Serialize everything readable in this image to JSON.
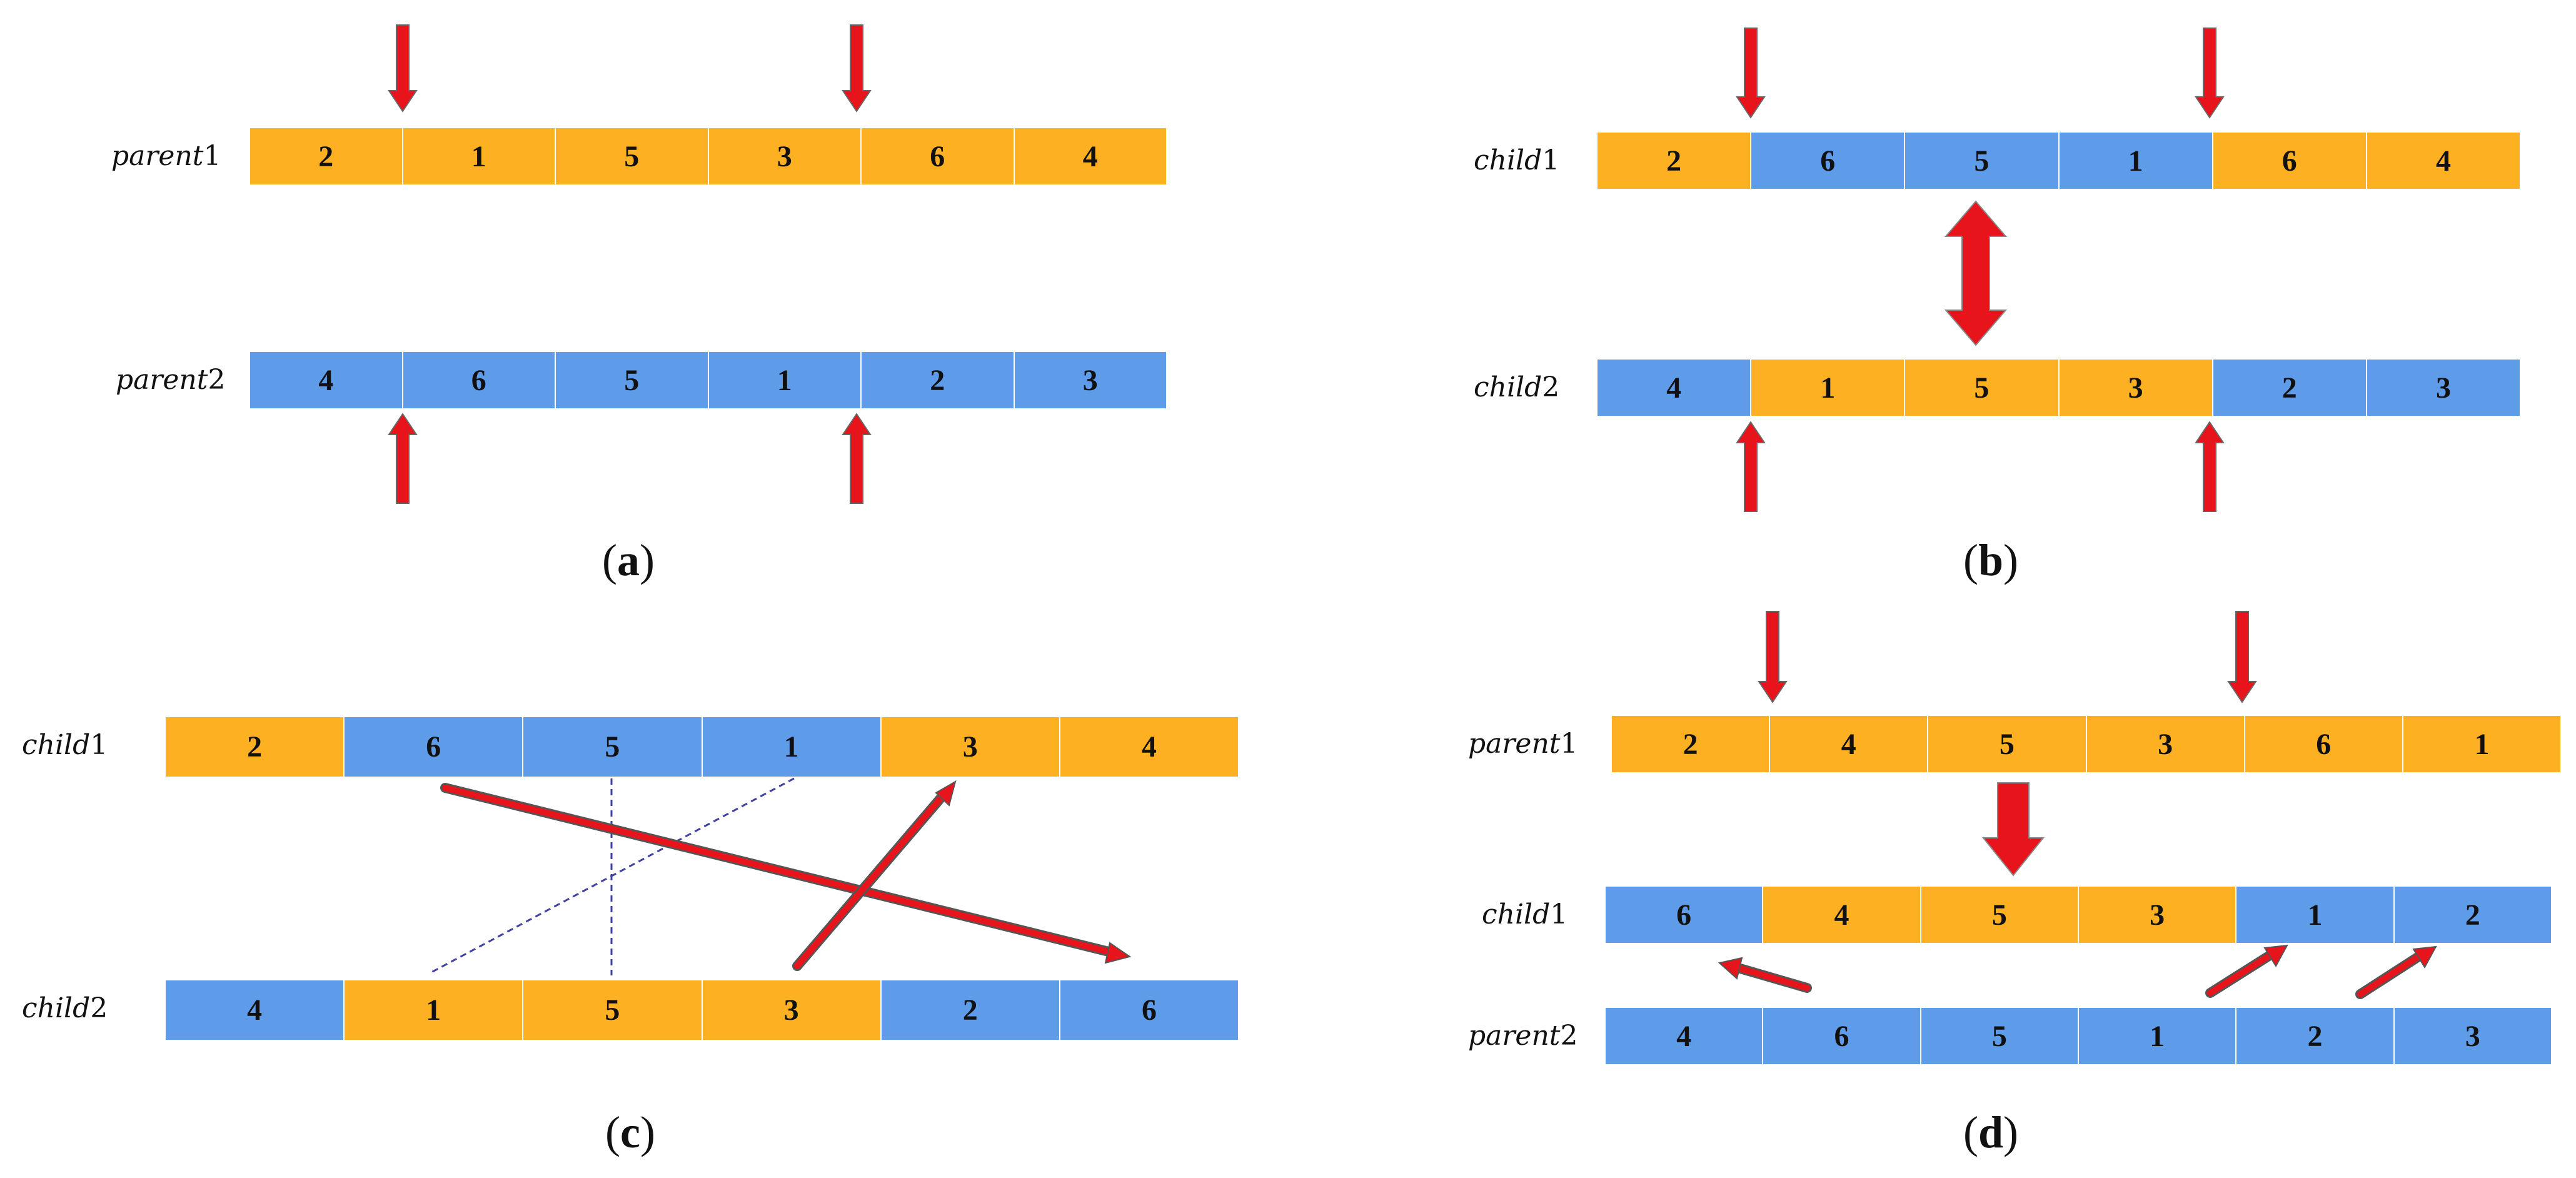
{
  "colors": {
    "parent_segment": "#FDB022",
    "other_segment": "#5E9CEA",
    "arrow": "#E8141B"
  },
  "panels": {
    "a": {
      "caption": "a",
      "rows": [
        {
          "label_name": "parent",
          "label_num": "1",
          "cells": [
            "2",
            "1",
            "5",
            "3",
            "6",
            "4"
          ],
          "colors": [
            "o",
            "o",
            "o",
            "o",
            "o",
            "o"
          ]
        },
        {
          "label_name": "parent",
          "label_num": "2",
          "cells": [
            "4",
            "6",
            "5",
            "1",
            "2",
            "3"
          ],
          "colors": [
            "b",
            "b",
            "b",
            "b",
            "b",
            "b"
          ]
        }
      ]
    },
    "b": {
      "caption": "b",
      "rows": [
        {
          "label_name": "child",
          "label_num": "1",
          "cells": [
            "2",
            "6",
            "5",
            "1",
            "6",
            "4"
          ],
          "colors": [
            "o",
            "b",
            "b",
            "b",
            "o",
            "o"
          ]
        },
        {
          "label_name": "child",
          "label_num": "2",
          "cells": [
            "4",
            "1",
            "5",
            "3",
            "2",
            "3"
          ],
          "colors": [
            "b",
            "o",
            "o",
            "o",
            "b",
            "b"
          ]
        }
      ]
    },
    "c": {
      "caption": "c",
      "rows": [
        {
          "label_name": "child",
          "label_num": "1",
          "cells": [
            "2",
            "6",
            "5",
            "1",
            "3",
            "4"
          ],
          "colors": [
            "o",
            "b",
            "b",
            "b",
            "o",
            "o"
          ]
        },
        {
          "label_name": "child",
          "label_num": "2",
          "cells": [
            "4",
            "1",
            "5",
            "3",
            "2",
            "6"
          ],
          "colors": [
            "b",
            "o",
            "o",
            "o",
            "b",
            "b"
          ]
        }
      ]
    },
    "d": {
      "caption": "d",
      "rows": [
        {
          "label_name": "parent",
          "label_num": "1",
          "cells": [
            "2",
            "4",
            "5",
            "3",
            "6",
            "1"
          ],
          "colors": [
            "o",
            "o",
            "o",
            "o",
            "o",
            "o"
          ]
        },
        {
          "label_name": "child",
          "label_num": "1",
          "cells": [
            "6",
            "4",
            "5",
            "3",
            "1",
            "2"
          ],
          "colors": [
            "b",
            "o",
            "o",
            "o",
            "b",
            "b"
          ]
        },
        {
          "label_name": "parent",
          "label_num": "2",
          "cells": [
            "4",
            "6",
            "5",
            "1",
            "2",
            "3"
          ],
          "colors": [
            "b",
            "b",
            "b",
            "b",
            "b",
            "b"
          ]
        }
      ]
    }
  }
}
